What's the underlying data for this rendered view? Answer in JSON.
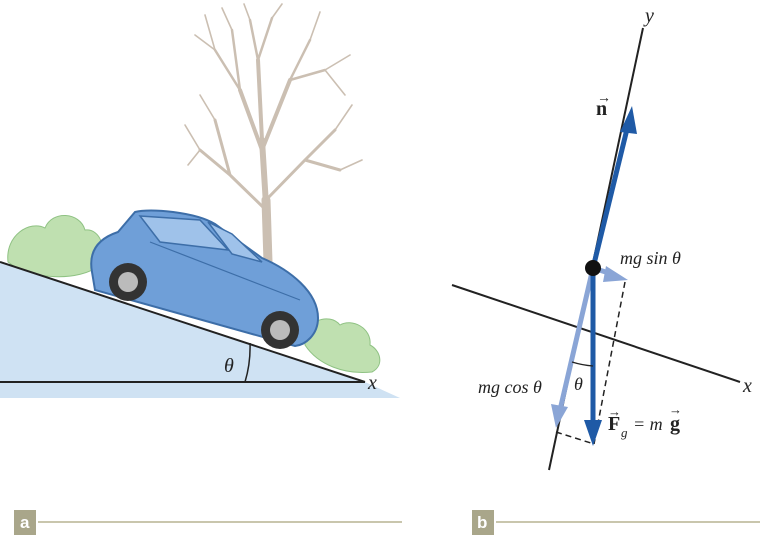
{
  "panel_a": {
    "tag": "a",
    "angle_label": "θ",
    "axis_label": "x"
  },
  "panel_b": {
    "tag": "b",
    "y_axis_label": "y",
    "x_axis_label": "x",
    "normal_label": "n",
    "sin_label": "mg sin θ",
    "cos_label": "mg cos θ",
    "theta_label": "θ",
    "gravity_label_F": "F",
    "gravity_label_sub": "g",
    "gravity_label_eq": "= m",
    "gravity_label_g": "g"
  },
  "colors": {
    "arrow_dark_blue": "#1f5aa6",
    "arrow_light_blue": "#8aa5d6",
    "ground_blue": "#cfe2f3",
    "bush_green": "#bfe0b0",
    "car_blue": "#6f9fd8",
    "tree": "#cbbfb2",
    "tag_olive": "#a9a68a"
  }
}
